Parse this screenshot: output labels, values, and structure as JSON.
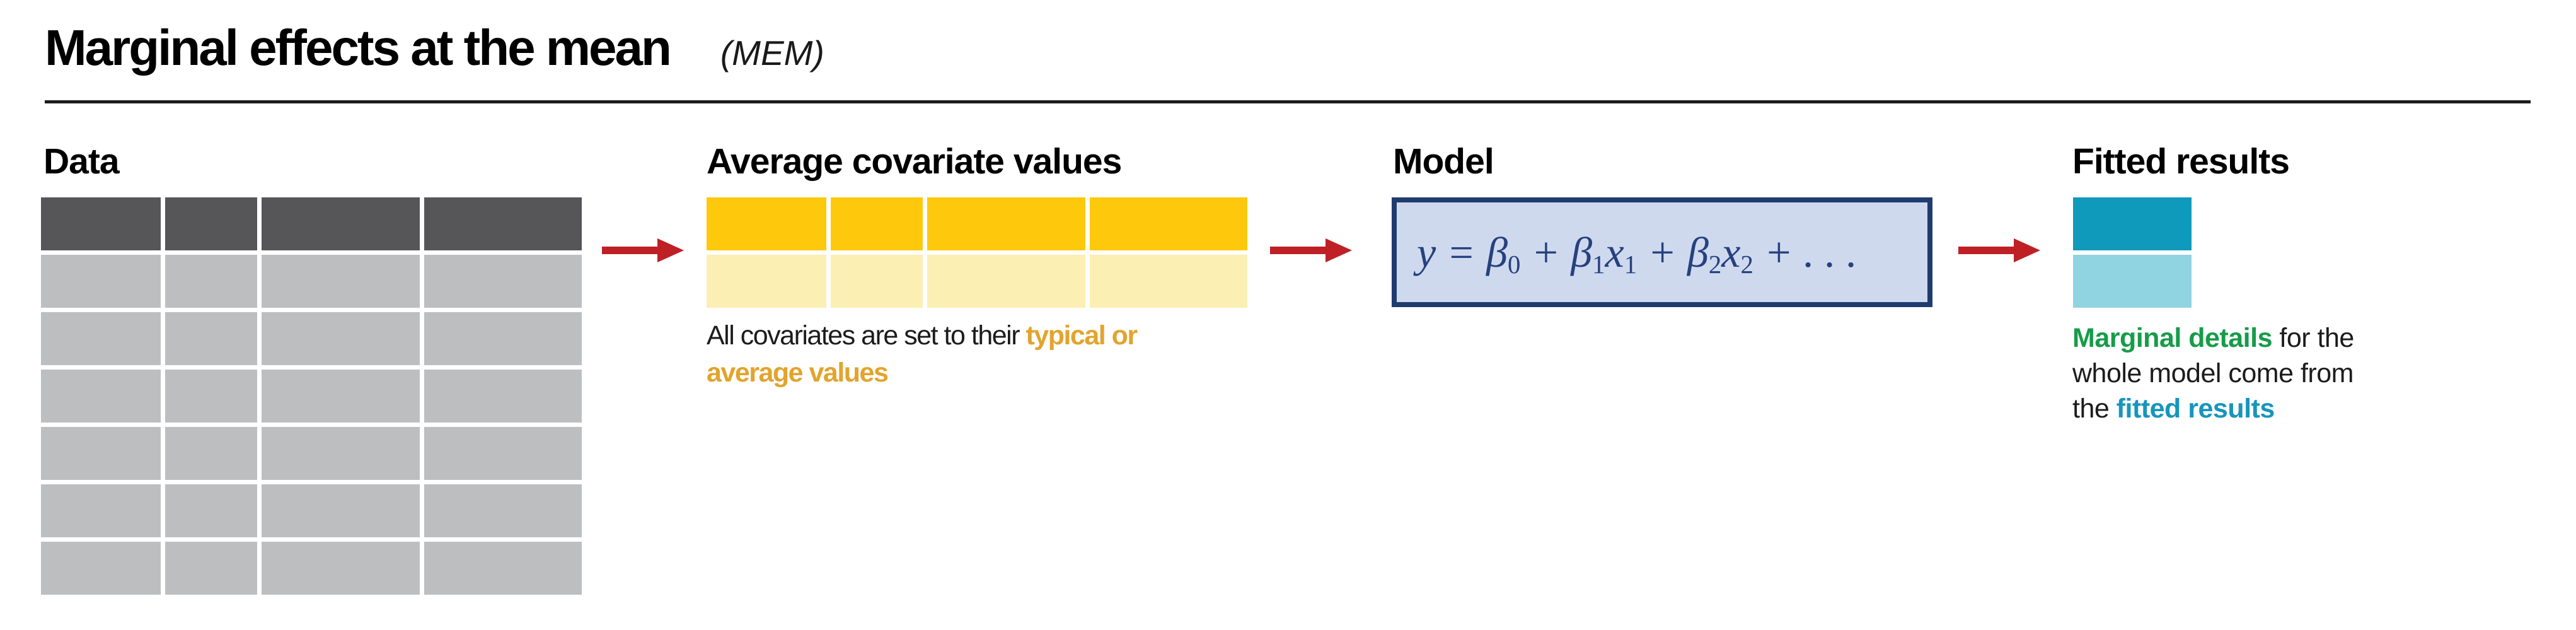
{
  "title": {
    "text": "Marginal effects at the mean",
    "tag": "(MEM)"
  },
  "sections": {
    "data": {
      "heading": "Data",
      "table": {
        "columns": 4,
        "header_rows": 1,
        "body_rows": 6
      }
    },
    "avg": {
      "heading": "Average covariate values",
      "table": {
        "columns": 4,
        "highlight_rows": 1,
        "faded_rows": 1
      },
      "caption": {
        "line1_black": "All covariates are set to their ",
        "line1_gold": "typical or",
        "line2_gold": "average values"
      }
    },
    "model": {
      "heading": "Model",
      "equation": {
        "p1": "y = β",
        "s1": "0",
        "p2": " + β",
        "s2": "1",
        "p3": "x",
        "s3": "1",
        "p4": " + β",
        "s4": "2",
        "p5": "x",
        "s5": "2",
        "p6": " + . . ."
      }
    },
    "fitted": {
      "heading": "Fitted results",
      "cells": {
        "highlight_rows": 1,
        "faded_rows": 1
      },
      "caption": {
        "line1_green": "Marginal details",
        "line1_black": " for the",
        "line2_black": "whole model come from",
        "line3_black": "the ",
        "line3_teal": "fitted results"
      }
    }
  },
  "colors": {
    "ink": "#1c1c1c",
    "header_gray": "#565659",
    "cell_gray": "#BCBEC0",
    "yellow": "#FEC80D",
    "pale_yellow": "#FCEFB4",
    "teal": "#0F99BA",
    "pale_teal": "#90D4E2",
    "red": "#BE2026",
    "navy": "#203C6F",
    "box_fill": "#CFD9EE",
    "eq_navy": "#26417E",
    "gold_text": "#E2A42E",
    "green_text": "#169C49",
    "teal_text": "#1795BC"
  }
}
